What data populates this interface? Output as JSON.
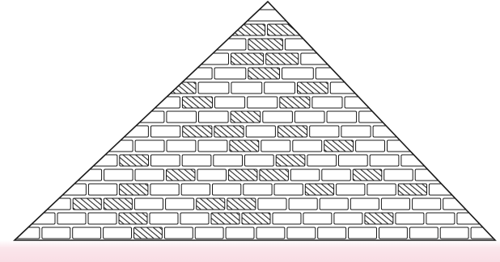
{
  "figure": {
    "subject": "brick pyramid",
    "rows": [
      {
        "bricks": [
          "plain"
        ]
      },
      {
        "bricks": [
          "hatched",
          "hatched"
        ]
      },
      {
        "bricks": [
          "plain",
          "hatched",
          "plain"
        ]
      },
      {
        "bricks": [
          "plain",
          "hatched",
          "hatched",
          "plain"
        ]
      },
      {
        "bricks": [
          "plain",
          "plain",
          "hatched",
          "plain",
          "plain"
        ]
      },
      {
        "bricks": [
          "hatched",
          "plain",
          "plain",
          "plain",
          "hatched",
          "plain"
        ]
      },
      {
        "bricks": [
          "plain",
          "hatched",
          "plain",
          "plain",
          "hatched",
          "plain",
          "plain"
        ]
      },
      {
        "bricks": [
          "plain",
          "plain",
          "plain",
          "hatched",
          "plain",
          "plain",
          "plain",
          "plain"
        ]
      },
      {
        "bricks": [
          "plain",
          "plain",
          "hatched",
          "hatched",
          "plain",
          "hatched",
          "plain",
          "plain",
          "plain"
        ]
      },
      {
        "bricks": [
          "plain",
          "plain",
          "plain",
          "plain",
          "hatched",
          "plain",
          "plain",
          "hatched",
          "plain",
          "plain"
        ]
      },
      {
        "bricks": [
          "plain",
          "hatched",
          "plain",
          "plain",
          "plain",
          "plain",
          "hatched",
          "plain",
          "plain",
          "plain",
          "plain"
        ]
      },
      {
        "bricks": [
          "plain",
          "plain",
          "plain",
          "hatched",
          "plain",
          "hatched",
          "hatched",
          "plain",
          "plain",
          "hatched",
          "plain",
          "plain"
        ]
      },
      {
        "bricks": [
          "plain",
          "plain",
          "hatched",
          "plain",
          "plain",
          "plain",
          "plain",
          "plain",
          "hatched",
          "plain",
          "plain",
          "hatched",
          "plain"
        ]
      },
      {
        "bricks": [
          "plain",
          "hatched",
          "hatched",
          "plain",
          "plain",
          "hatched",
          "hatched",
          "plain",
          "plain",
          "plain",
          "plain",
          "plain",
          "plain",
          "plain"
        ]
      },
      {
        "bricks": [
          "plain",
          "plain",
          "plain",
          "hatched",
          "plain",
          "plain",
          "hatched",
          "hatched",
          "plain",
          "plain",
          "plain",
          "hatched",
          "plain",
          "plain",
          "plain"
        ]
      },
      {
        "bricks": [
          "plain",
          "plain",
          "plain",
          "plain",
          "hatched",
          "plain",
          "plain",
          "plain",
          "plain",
          "plain",
          "plain",
          "plain",
          "plain",
          "plain",
          "plain",
          "plain"
        ]
      }
    ]
  },
  "colors": {
    "outline": "#1a1a1a",
    "brick_fill": "#ffffff",
    "hatch": "#2a2a2a",
    "ground_band": "#f9dee5"
  }
}
